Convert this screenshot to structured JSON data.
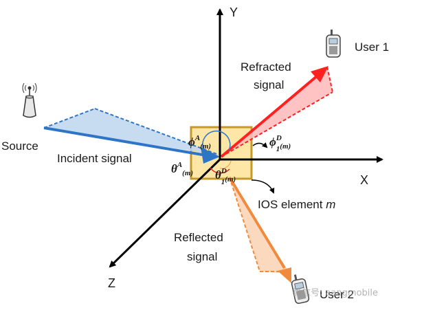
{
  "diagram": {
    "axes": {
      "x": "X",
      "y": "Y",
      "z": "Z"
    },
    "nodes": {
      "source": "Source",
      "user1": "User 1",
      "user2": "User 2",
      "ios_element_prefix": "IOS element ",
      "ios_element_var": "m"
    },
    "signals": {
      "incident": "Incident signal",
      "refracted_line1": "Refracted",
      "refracted_line2": "signal",
      "reflected_line1": "Reflected",
      "reflected_line2": "signal"
    },
    "angles": {
      "phi_arrival": {
        "symbol": "ϕ",
        "sup": "A",
        "sub": "(m)"
      },
      "theta_arrival": {
        "symbol": "θ",
        "sup": "A",
        "sub": "(m)"
      },
      "phi_departure": {
        "symbol": "ϕ",
        "sup": "D",
        "sub1": "1",
        "sub": "(m)"
      },
      "theta_departure": {
        "symbol": "θ",
        "sup": "D",
        "sub1": "1",
        "sub": "(m)"
      }
    },
    "colors": {
      "incident": "#2e75c8",
      "incident_fill": "#bdd5ee",
      "refracted": "#ff2020",
      "refracted_fill": "#ffb8b8",
      "reflected": "#f08a3c",
      "reflected_fill": "#fbd5b8",
      "ios_fill": "#fde6a6",
      "ios_border": "#c39a2a"
    },
    "watermark": "微信号: aangmobile"
  }
}
